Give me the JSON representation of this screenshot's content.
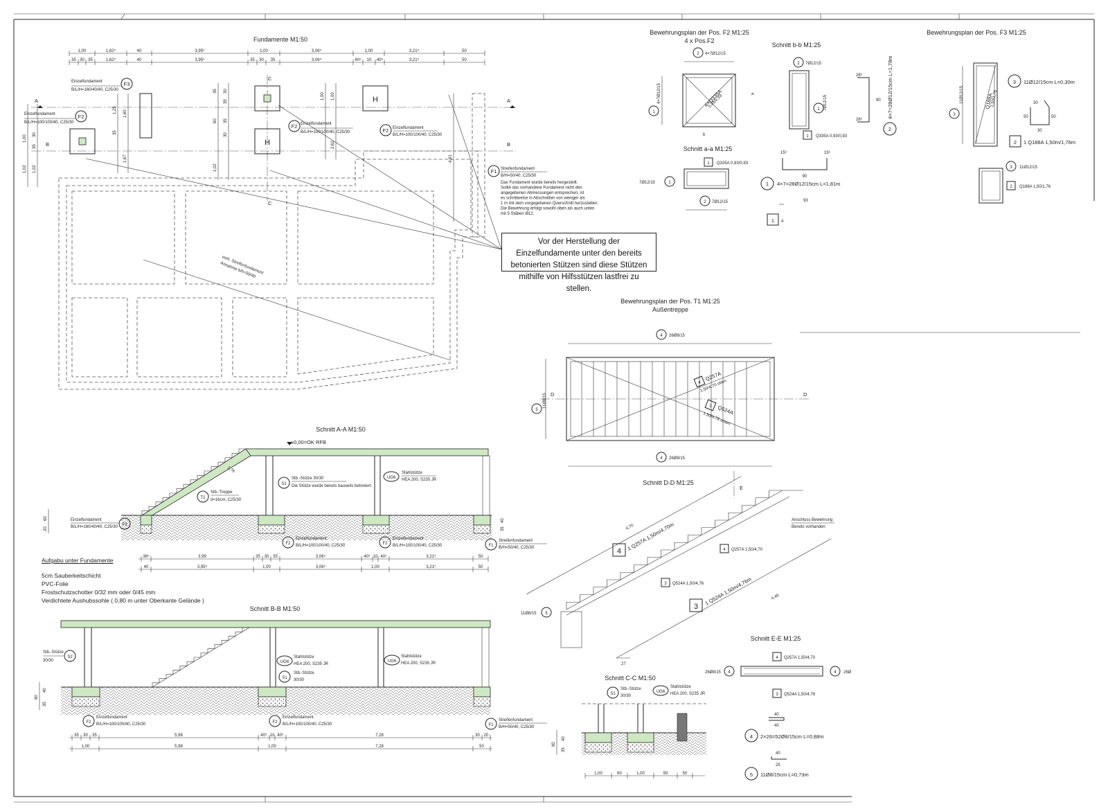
{
  "sheet": {
    "titles": {
      "foundation_plan": "Fundamente M1:50",
      "f2_plan": "Bewehrungsplan der Pos. F2 M1:25",
      "f2_count": "4 x Pos.F2",
      "cut_bb_small": "Schnitt b-b M1:25",
      "cut_aa_small": "Schnitt a-a M1:25",
      "f3_plan": "Bewehrungsplan der Pos. F3 M1:25",
      "t1_plan": "Bewehrungsplan der Pos. T1 M1:25",
      "t1_sub": "Außentreppe",
      "cut_AA": "Schnitt A-A M1:50",
      "cut_BB": "Schnitt B-B M1:50",
      "cut_DD": "Schnitt D-D M1:25",
      "cut_EE": "Schnitt E-E M1:25",
      "cut_CC": "Schnitt C-C M1:50"
    },
    "notice": "Vor der Herstellung der Einzelfundamente unter den bereits betonierten Stützen sind diese Stützen mithilfe von Hilfsstützen lastfrei zu stellen.",
    "legend": {
      "title": "Aufgabu unter Fundamente",
      "lines": [
        "5cm Sauberkeitschicht",
        "PVC-Folie",
        "Frostschutzschotter 0/32 mm oder 0/45 mm",
        "Verdichtete Aushubssohle ( 0,80 m unter Oberkante Gelände )"
      ]
    },
    "plan": {
      "dims_top1": [
        "1,00",
        "1,62⁵",
        "40",
        "3,95⁵",
        "1,00",
        "3,06⁵",
        "1,00",
        "3,21⁵",
        "50"
      ],
      "dims_top2": [
        "35",
        "30",
        "35",
        "1,62⁵",
        "40",
        "3,95⁵",
        "35",
        "30",
        "35",
        "3,06⁵",
        "40⁵",
        "10",
        "40⁵",
        "3,21⁵",
        "50"
      ],
      "axis_A": "A",
      "axis_B": "B",
      "cut_C": "C",
      "f3_label": "Einzelfundament",
      "f3_spec": "B/L/H=160/40/40, C25/30",
      "f2_label": "Einzelfundament",
      "f2_spec": "B/L/H=100/100/40, C25/30",
      "f1_label": "Streifenfundament",
      "f1_spec": "B/H=50/40, C25/30",
      "f1_note": [
        "Das Fundament wurde bereits hergestellt.",
        "Sollte das vorhandene Fundament nicht den",
        "angegebenen Abmessungen entsprechen, ist",
        "es schrittweise in Abschnitten von weniger als",
        "1 m mit dem vorgegebenen Querschnitt herzustellen.",
        "Die Bewehrung erfolgt sowohl oben als auch unten",
        "mit 5 Stäben Ø12."
      ],
      "strip_note1": "vorh. Streifenfundament",
      "strip_note2": "Annahme b/h=50/40",
      "left_dims": [
        "1,00",
        "35",
        "30",
        "1,02",
        "1,02"
      ],
      "mid_dims": [
        "1,25",
        "1,60",
        "35",
        "1,67",
        "35",
        "30",
        "35",
        "60",
        "35",
        "30",
        "1,02",
        "1,00",
        "1,00",
        "2,62",
        "4,91"
      ]
    },
    "f2": {
      "bar2": "4×7Ø12/15",
      "bar1": "4×7Ø12/15",
      "mesh": "4×Q335A",
      "mesh_sub": "0,93/0,93",
      "cut_a": "a",
      "cut_b": "b",
      "bb_bar": "7Ø12/15",
      "bb_mesh": "Q335A 0,93/0,93",
      "aa_mesh": "Q335A 0,93/0,93",
      "aa_bar": "7Ø12/15",
      "shape_top": [
        "15⁶",
        "90",
        "15⁶"
      ],
      "shape_side": [
        "28⁵",
        "90",
        "28⁵"
      ],
      "bar_side_label": "4×7=28Ø12/15cm L=1,78m",
      "bar1_label": "4×7=28Ø12/15cm L=1,81m",
      "shape_93": "93",
      "pos4": "4"
    },
    "f3": {
      "bar3": "11Ø12/15",
      "mesh": "Q188A",
      "mesh_sub": "1,50/1,76",
      "pos3_label": "11Ø12/15cm L=0,30m",
      "pos2_label": "1 Q188A 1,50m/1,76m",
      "shape": [
        "30",
        "50",
        "30",
        "50"
      ],
      "small_bar": "11Ø12/15",
      "small_mesh": "Q188A 1,50/1,76"
    },
    "t1": {
      "bar4_top": "26Ø8/15",
      "bar4_bot": "26Ø8/15",
      "bar5": "11Ø8/15",
      "mesh4": "Q257A",
      "mesh4_sub": "1,50/4,70 oben",
      "mesh3": "Q524A",
      "mesh3_sub": "1,50/4,76 unten",
      "cut_D": "D"
    },
    "secAA": {
      "level": "±0,00=OK RFB",
      "s1_label": "Stb.-Stütze 30/30",
      "s1_note": "Die Stütze wurde bereits bauseits betoniert.",
      "ug6_label": "Stahlstütze",
      "ug6_spec": "HEA 200, S235 JR",
      "t1_label": "Stb.-Treppe",
      "t1_spec": "d=16cm, C25/30",
      "f3_label": "Einzelfundament",
      "f3_spec": "B/L/H=160/40/40, C25/30",
      "f2_label": "Einzelfundament",
      "f2_spec": "B/L/H=100/100/40, C25/30",
      "f1_label": "Streifenfundament",
      "f1_spec": "B/H=50/40, C25/30",
      "dims1": [
        "36⁵",
        "3,99",
        "35",
        "30",
        "35",
        "3,06⁵",
        "40⁵",
        "10",
        "40⁵",
        "3,21⁵",
        "50"
      ],
      "dims2": [
        "40",
        "3,95⁵",
        "1,00",
        "3,06⁵",
        "1,00",
        "3,21⁵",
        "50"
      ],
      "side": [
        "60",
        "20",
        "35",
        "40"
      ],
      "angle": "1,76"
    },
    "secBB": {
      "s2_label": "Stb.-Stütze",
      "s2_spec": "30/30",
      "ug6_label": "Stahlstütze",
      "ug6_spec": "HEA 200, S235 JR",
      "s1_label": "Stb.-Stütze",
      "s1_spec": "30/30",
      "f2_label": "Einzelfundament",
      "f2_spec": "B/L/H=100/100/40, C25/30",
      "f1_label": "Streifenfundament",
      "f1_spec": "B/H=50/40, C25/30",
      "dims1": [
        "35",
        "30",
        "35",
        "5,98",
        "40⁵",
        "10",
        "40⁵",
        "7,28",
        "30",
        "20"
      ],
      "dims2": [
        "1,00",
        "5,98",
        "1,00",
        "7,28",
        "50"
      ],
      "side": [
        "80",
        "40",
        "35"
      ]
    },
    "secDD": {
      "e_label": "E",
      "len1": "4,70",
      "len2": "4,46",
      "mesh4_big": "1 Q257A 1,50m/4,70m",
      "mesh3_big": "1 Q524A 1,50m/4,76m",
      "mesh4": "Q257A 1,50/4,70",
      "mesh3": "Q524A 1,50/4,76",
      "bar5": "11Ø8/15",
      "anschluss": "Anschluss Bewehrung",
      "anschluss2": "Bereits vorhanden",
      "dim27": "27"
    },
    "secEE": {
      "mesh4": "Q257A 1,50/4,70",
      "mesh3": "Q524A 1,50/4,76",
      "bar4_left": "26Ø8/15",
      "bar4_right": "26Ø",
      "pos4_label": "2×26=52Ø8/15cm L=0,88m",
      "pos5_label": "11Ø8/15cm L=0,73m",
      "shape4": [
        "40",
        "40"
      ],
      "shape5": [
        "40",
        "25"
      ]
    },
    "secCC": {
      "s1_label": "Stb.-Stütze",
      "s1_spec": "30/30",
      "ug6_label": "Stahlstütze",
      "ug6_spec": "HEA 200, S235 JR",
      "dims": [
        "1,00",
        "60",
        "1,00",
        "93",
        "50"
      ],
      "side": [
        "80",
        "35",
        "40"
      ]
    },
    "tags": {
      "F1": "F1",
      "F2": "F2",
      "F3": "F3",
      "S1": "S1",
      "S2": "S2",
      "UG6": "UG6",
      "T1": "T1",
      "n1": "1",
      "n2": "2",
      "n3": "3",
      "n4": "4",
      "n5": "5"
    }
  }
}
